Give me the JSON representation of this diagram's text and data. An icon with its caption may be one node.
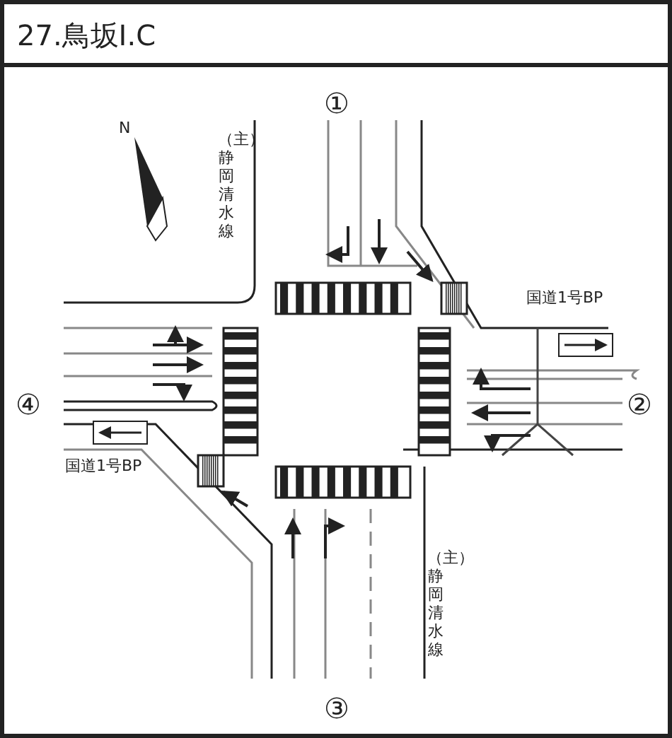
{
  "diagram": {
    "title": "27.鳥坂I.C",
    "labels": [
      "①",
      "N",
      "（主）静岡清水線",
      "国道1号BP",
      "④",
      "②",
      "国道1号BP",
      "（主）静岡清水線",
      "③"
    ]
  }
}
